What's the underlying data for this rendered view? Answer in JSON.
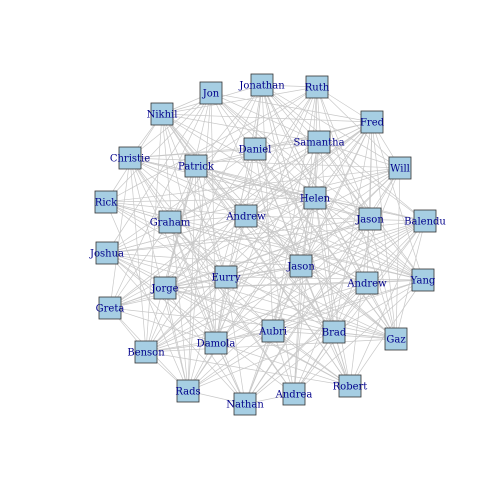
{
  "chart_data": {
    "type": "network",
    "nodes": [
      "Jon",
      "Jonathan",
      "Ruth",
      "Nikhil",
      "Fred",
      "Samantha",
      "Daniel",
      "Christie",
      "Patrick",
      "Will",
      "Rick",
      "Helen",
      "Graham",
      "Andrew",
      "Jason",
      "Balendu",
      "Joshua",
      "Jason",
      "Yang",
      "Eurry",
      "Andrew",
      "Jorge",
      "Greta",
      "Aubri",
      "Brad",
      "Gaz",
      "Damola",
      "Benson",
      "Robert",
      "Rads",
      "Andrea",
      "Nathan"
    ],
    "node_color": "#a6cee3",
    "label_color": "#00008b",
    "edge_color": "#c8c8c8",
    "edges": "densely connected"
  }
}
